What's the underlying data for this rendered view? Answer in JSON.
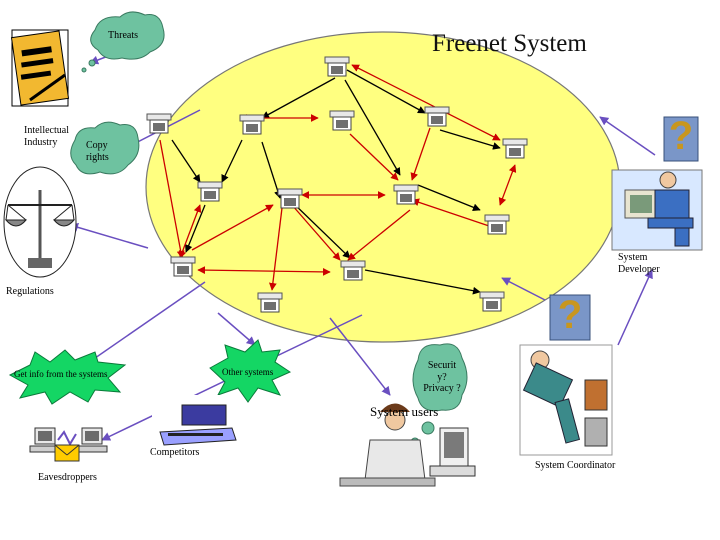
{
  "title": "Freenet System",
  "clouds": {
    "threats": "Threats",
    "copyrights": "Copy rights",
    "security_privacy": "Securit y? Privacy ?"
  },
  "labels": {
    "intellectual_industry": "Intellectual Industry",
    "regulations": "Regulations",
    "system_developer": "System Developer",
    "system_coordinator": "System Coordinator",
    "system_users": "System users",
    "competitors": "Competitors",
    "eavesdroppers": "Eavesdroppers"
  },
  "bursts": {
    "get_info": "Get info from the systems",
    "other_systems": "Other systems"
  },
  "question_mark": "?",
  "colors": {
    "ellipse_fill": "#ffff80",
    "arrow_red": "#cc0000",
    "arrow_black": "#000000",
    "cloud_fill": "#6ec2a0",
    "burst_fill": "#14d664",
    "connector": "#6a4fc0",
    "question_box": "#7a96c8"
  }
}
